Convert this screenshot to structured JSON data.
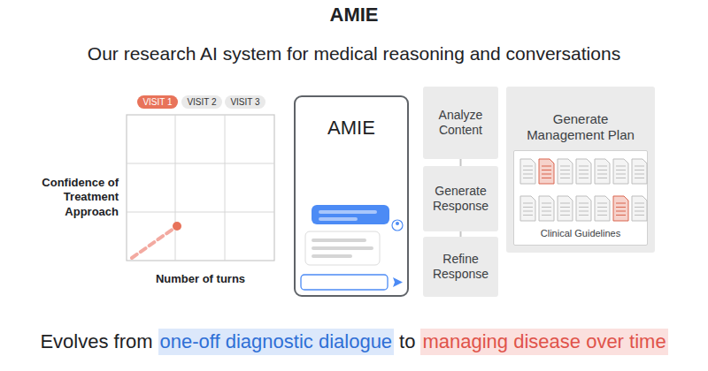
{
  "diagram": {
    "title": "AMIE",
    "nodes": [
      {
        "text": [
          "VISIT 1"
        ]
      },
      {
        "text": [
          "VISIT 2"
        ]
      },
      {
        "text": [
          "VISIT 3"
        ]
      },
      {
        "text": [
          "AMIE"
        ]
      },
      {
        "text": [
          "Analyze Content"
        ]
      },
      {
        "text": [
          "Generate Response"
        ]
      },
      {
        "text": [
          "Refine Response"
        ]
      },
      {
        "text": [
          "Generate Management Plan"
        ]
      },
      {
        "text": [
          "Clinical Guidelines"
        ],
        "in": 7
      }
    ],
    "edges": [
      {
        "from": 4,
        "to": 5,
        "arrow": "none"
      },
      {
        "from": 5,
        "to": 6,
        "arrow": "none"
      }
    ],
    "labels": [
      "Our research AI system for medical reasoning and conversations",
      "Confidence of Treatment Approach",
      "Number of turns",
      "AI",
      "Evolves from",
      "one-off diagnostic dialogue",
      "to",
      "managing disease over time"
    ]
  }
}
